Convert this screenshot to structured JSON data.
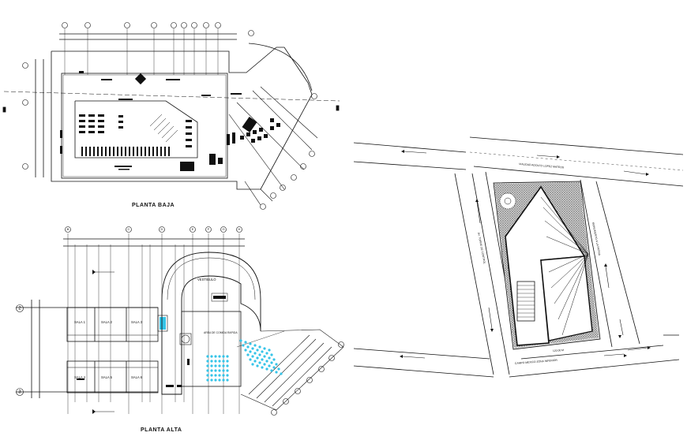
{
  "plans": {
    "ground_floor_title": "PLANTA BAJA",
    "upper_floor_title": "PLANTA ALTA"
  },
  "upper_floor": {
    "vestibule": "VESTIBULO",
    "fast_food_area": "AREA DE COMIDA RAPIDA",
    "rooms": [
      "SALA 1",
      "SALA 2",
      "SALA 3",
      "SALA 4",
      "SALA 5",
      "SALA 6"
    ],
    "grid_axes": [
      "B",
      "C",
      "D",
      "E",
      "F",
      "G",
      "H"
    ],
    "row_axes": [
      "2",
      "3"
    ]
  },
  "site_plan": {
    "street_top": "VIALIDAD ADOLFO LOPEZ MATEOS",
    "street_left": "AV. TORRE DE CONTROL",
    "street_right": "MONUMENTO A LA PATRIA",
    "street_bottom": "CAMPO MEXICO ZONA INFERIOR",
    "dimension_label": "120.00 M"
  },
  "colors": {
    "ink": "#111111",
    "seating_accent": "#35c4e8"
  }
}
